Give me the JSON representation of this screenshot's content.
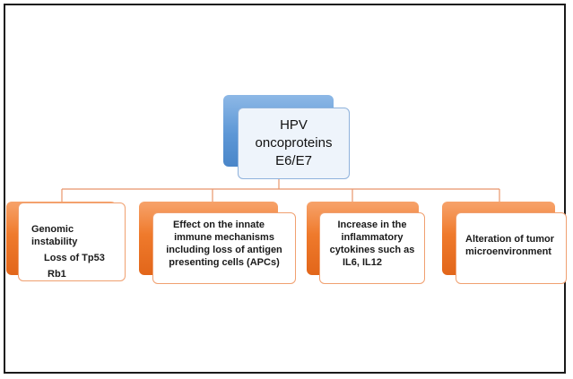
{
  "root": {
    "lines": [
      "HPV",
      "oncoproteins",
      "E6/E7"
    ]
  },
  "children": [
    {
      "lines": [
        "Genomic instability",
        "Loss of Tp53",
        "Rb1"
      ]
    },
    {
      "lines": [
        "Effect on the innate",
        "immune mechanisms",
        "including loss of antigen",
        "presenting cells (APCs)"
      ]
    },
    {
      "lines": [
        "Increase in the",
        "inflammatory",
        "cytokines such as",
        "IL6, IL12"
      ]
    },
    {
      "lines": [
        "Alteration of tumor",
        "microenvironment"
      ]
    }
  ],
  "colors": {
    "root_fill": "#5d97d6",
    "child_fill": "#ef7a2c",
    "connector": "#e8956a"
  }
}
